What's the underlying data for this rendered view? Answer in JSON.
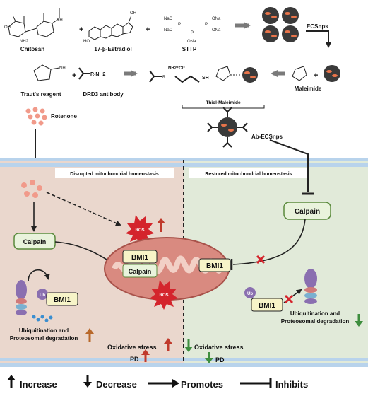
{
  "top": {
    "chitosan": "Chitosan",
    "estradiol": "17-β-Estradiol",
    "sttp": "STTP",
    "ecsnps": "ECSnps",
    "plus": "+",
    "nh2": "NH2",
    "nh": "NH",
    "oh": "OH",
    "ho": "HO",
    "ona": "ONa",
    "nao": "NaO",
    "p": "P",
    "o": "O"
  },
  "middle": {
    "trauts": "Traut's reagent",
    "drd3": "DRD3 antibody",
    "r_nh2": "R-NH2",
    "nh2cl": "NH2⁺Cl⁻",
    "sh": "SH",
    "maleimide": "Maleimide",
    "thiol_maleimide": "Thiol-Maleimide",
    "ab_ecsnps": "Ab-ECSnps",
    "rotenone": "Rotenone"
  },
  "cell": {
    "disrupted": "Disrupted mitochondrial homeostasis",
    "restored": "Restored mitochondrial homeostasis",
    "calpain": "Calpain",
    "bmi1": "BMI1",
    "ros": "ROS",
    "ub": "Ub",
    "ubiq_left": "Ubiquitination and",
    "proteo_left": "Proteosomal degradation",
    "ubiq_right": "Ubiquitination and",
    "proteo_right": "Proteosomal degradation",
    "ox_left": "Oxidative stress",
    "pd_left": "PD",
    "ox_right": "Oxidative stress",
    "pd_right": "PD"
  },
  "legend": {
    "increase": "Increase",
    "decrease": "Decrease",
    "promotes": "Promotes",
    "inhibits": "Inhibits"
  },
  "colors": {
    "left_bg": "#ead7cd",
    "right_bg": "#e1ead9",
    "membrane": "#a9c8e5",
    "calpain_box": "#e9f3dc",
    "calpain_border": "#5a8a3c",
    "bmi1_box": "#f7f4c8",
    "ros": "#d4242c",
    "mito_outer": "#d98a80",
    "red_arrow": "#c0392b",
    "green_arrow": "#3e8e3e",
    "orange_arrow": "#b8682a"
  }
}
